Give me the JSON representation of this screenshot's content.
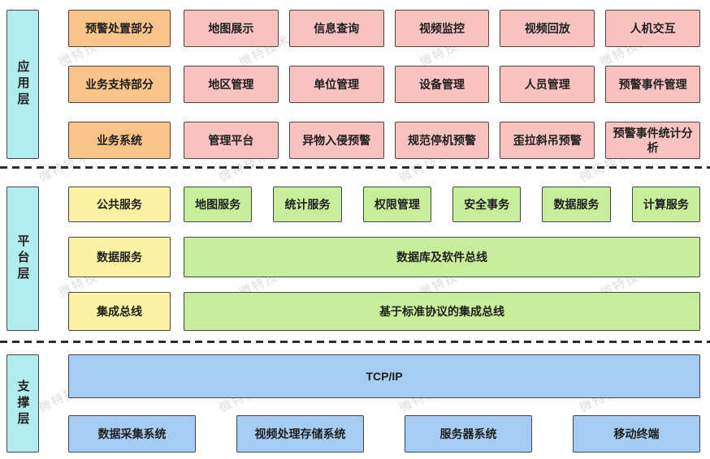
{
  "watermark": {
    "text": "微特技术"
  },
  "colors": {
    "layer_label": "#b2ecec",
    "orange": "#f8c489",
    "pink": "#f8c2c0",
    "yellow": "#fbf3a3",
    "green": "#c6ee9b",
    "blue": "#a5cdf4",
    "border": "#464646"
  },
  "layers": {
    "app": {
      "label": "应用层",
      "rows": [
        {
          "head": "预警处置部分",
          "cells": [
            "地图展示",
            "信息查询",
            "视频监控",
            "视频回放",
            "人机交互"
          ]
        },
        {
          "head": "业务支持部分",
          "cells": [
            "地区管理",
            "单位管理",
            "设备管理",
            "人员管理",
            "预警事件管理"
          ]
        },
        {
          "head": "业务系统",
          "cells": [
            "管理平台",
            "异物入侵预警",
            "规范停机预警",
            "歪拉斜吊预警",
            "预警事件统计分析"
          ]
        }
      ]
    },
    "platform": {
      "label": "平台层",
      "services_row": {
        "head": "公共服务",
        "cells": [
          "地图服务",
          "统计服务",
          "权限管理",
          "安全事务",
          "数据服务",
          "计算服务"
        ]
      },
      "data_row": {
        "head": "数据服务",
        "bus": "数据库及软件总线"
      },
      "bus_row": {
        "head": "集成总线",
        "bus": "基于标准协议的集成总线"
      }
    },
    "support": {
      "label": "支撑层",
      "bus": "TCP/IP",
      "cells": [
        "数据采集系统",
        "视频处理存储系统",
        "服务器系统",
        "移动终端"
      ]
    }
  }
}
